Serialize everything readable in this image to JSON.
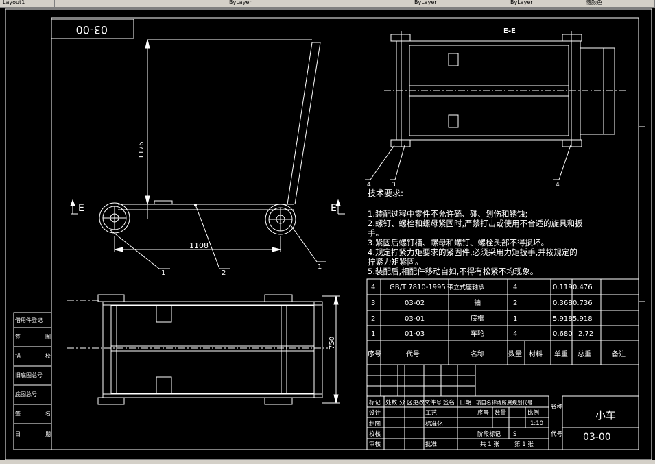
{
  "tabs": [
    "Layout1",
    "ByLayer",
    "ByLayer",
    "ByLayer",
    "随颜色"
  ],
  "drawing_number": "03-00",
  "section_title": "E-E",
  "section_marks": {
    "left": "E",
    "right": "E"
  },
  "dimensions": {
    "height": "1176",
    "length": "1108",
    "width": "750"
  },
  "balloons": {
    "front": [
      "1",
      "2",
      "1"
    ],
    "section": [
      "4",
      "3",
      "4"
    ]
  },
  "tech_requirements": {
    "title": "技术要求:",
    "lines": [
      "1.装配过程中零件不允许磕、碰、划伤和锈蚀;",
      "2.螺钉、螺栓和螺母紧固时,严禁打击或使用不合适的旋具和扳",
      "手。",
      "3.紧固后螺钉槽、螺母和螺钉、螺栓头部不得损坏。",
      "4.规定拧紧力矩要求的紧固件,必须采用力矩扳手,并按规定的",
      "拧紧力矩紧固。",
      "5.装配后,相配件移动自如,不得有松紧不均现象。"
    ]
  },
  "bom": {
    "headers": [
      "序号",
      "代号",
      "名称",
      "数量",
      "材料",
      "单重",
      "总重",
      "备注"
    ],
    "rows": [
      [
        "4",
        "GB/T 7810-1995",
        "带立式座轴承",
        "4",
        "",
        "0.119",
        "0.476",
        ""
      ],
      [
        "3",
        "03-02",
        "轴",
        "2",
        "",
        "0.368",
        "0.736",
        ""
      ],
      [
        "2",
        "03-01",
        "底框",
        "1",
        "",
        "5.918",
        "5.918",
        ""
      ],
      [
        "1",
        "01-03",
        "车轮",
        "4",
        "",
        "0.680",
        "2.72",
        ""
      ]
    ]
  },
  "title_block": {
    "part_name": "小车",
    "drawing_no": "03-00",
    "scale": "1:10",
    "stage_mark": "S",
    "sheets_total": "共 1 张",
    "sheet_no": "第 1 张",
    "labels": {
      "mark": "标记",
      "count": "处数",
      "zone": "分",
      "change_doc": "区更改文件号",
      "sign": "签名",
      "date": "日期",
      "design": "设计",
      "draw": "制图",
      "check": "校核",
      "review": "审核",
      "std": "标准化",
      "craft": "工艺",
      "approve": "批准",
      "seq": "序号",
      "qty": "数量",
      "ratio": "比例",
      "stage": "阶段标记",
      "project": "项目名称或所属规划代号",
      "name_side": "名称",
      "code_side": "代号"
    }
  },
  "left_strip": [
    "借用件登记",
    "签",
    "描",
    "旧底图总号",
    "底图总号",
    "签",
    "日"
  ],
  "left_strip_side": [
    "图",
    "校",
    "名",
    "期"
  ],
  "colors": {
    "background": "#000000",
    "line": "#ffffff",
    "centerline": "#ffffff"
  }
}
